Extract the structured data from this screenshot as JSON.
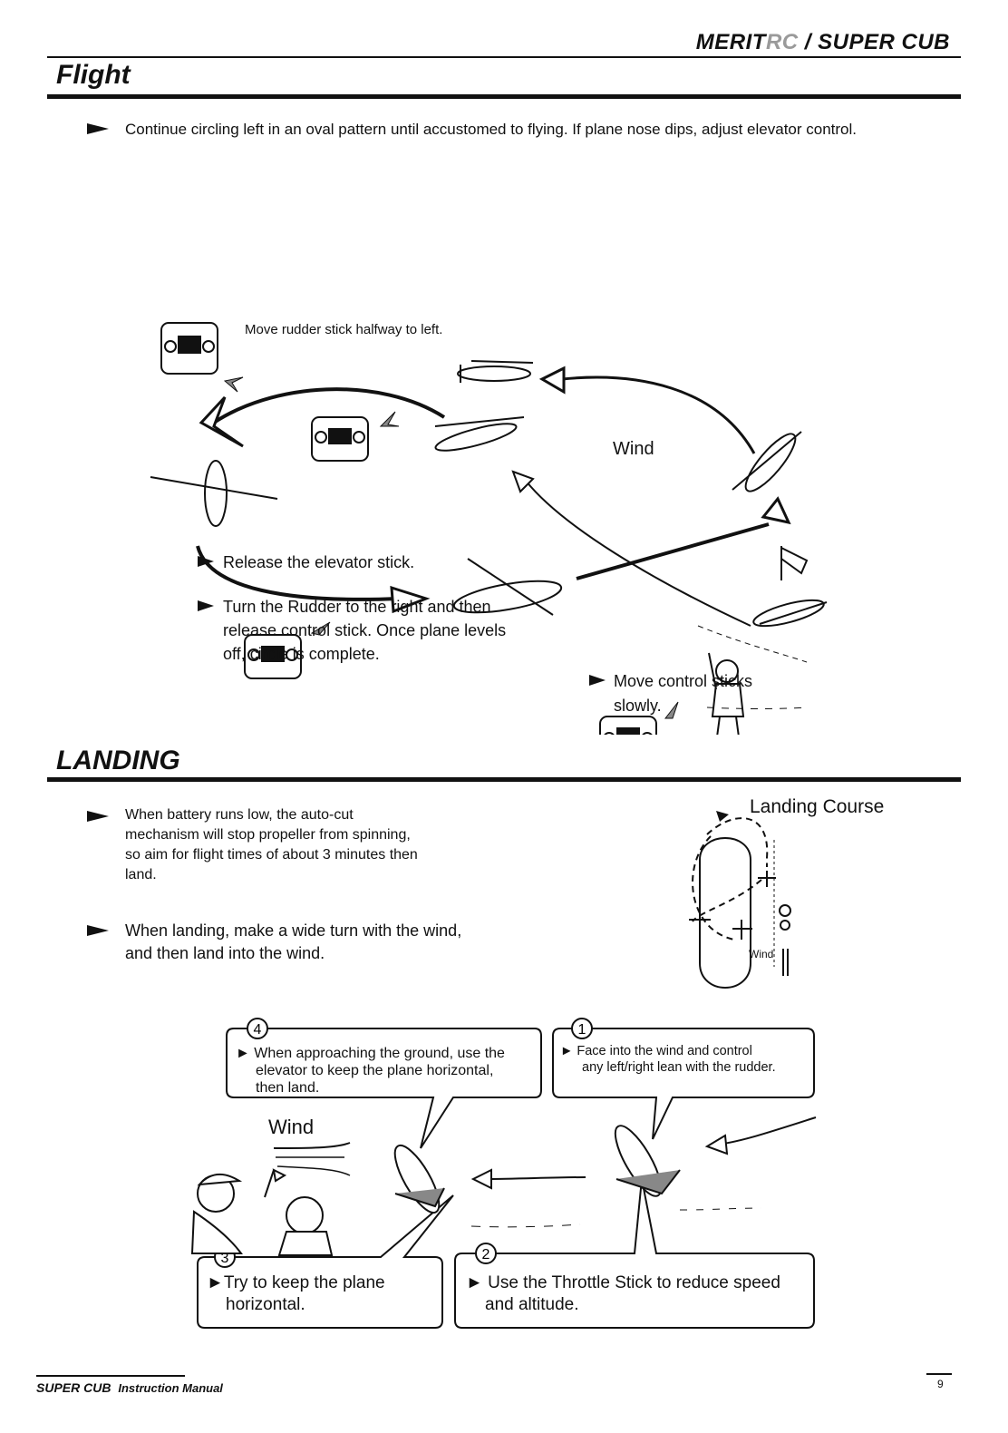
{
  "header": {
    "brand_merit": "MERIT",
    "brand_rc": "RC",
    "brand_model": " / SUPER CUB"
  },
  "flight": {
    "title": "Flight",
    "intro": "Continue circling left in an oval pattern until accustomed to flying. If plane nose dips, adjust elevator control.",
    "rudder_note": "Move rudder stick halfway to left.",
    "wind_label": "Wind",
    "release_elevator": "Release the elevator stick.",
    "turn_rudder_1": "Turn the Rudder to the right and then",
    "turn_rudder_2": "release control stick. Once plane levels",
    "turn_rudder_3": "off, circle is complete.",
    "move_sticks_1": "Move control sticks",
    "move_sticks_2": "slowly."
  },
  "landing": {
    "title": "LANDING",
    "battery_1": "When battery runs low, the auto-cut",
    "battery_2": "mechanism will stop propeller from spinning,",
    "battery_3": "so aim for flight times of about 3 minutes then",
    "battery_4": "land.",
    "wide_turn_1": "When landing, make a wide turn with the wind,",
    "wide_turn_2": "and then land into the wind.",
    "course_title": "Landing Course",
    "course_wind": "Wind",
    "wind_label": "Wind",
    "steps": [
      {
        "num": "1",
        "line1": "Face into the wind and control",
        "line2": "any left/right lean with the rudder."
      },
      {
        "num": "2",
        "line1": "Use the Throttle Stick to reduce speed",
        "line2": "and altitude."
      },
      {
        "num": "3",
        "line1": "Try to keep the plane",
        "line2": "horizontal."
      },
      {
        "num": "4",
        "line1": "When approaching the ground, use the",
        "line2": "elevator to keep  the plane horizontal,",
        "line3": "then land."
      }
    ]
  },
  "footer": {
    "model": "SUPER CUB",
    "manual": "Instruction Manual",
    "page": "9"
  }
}
